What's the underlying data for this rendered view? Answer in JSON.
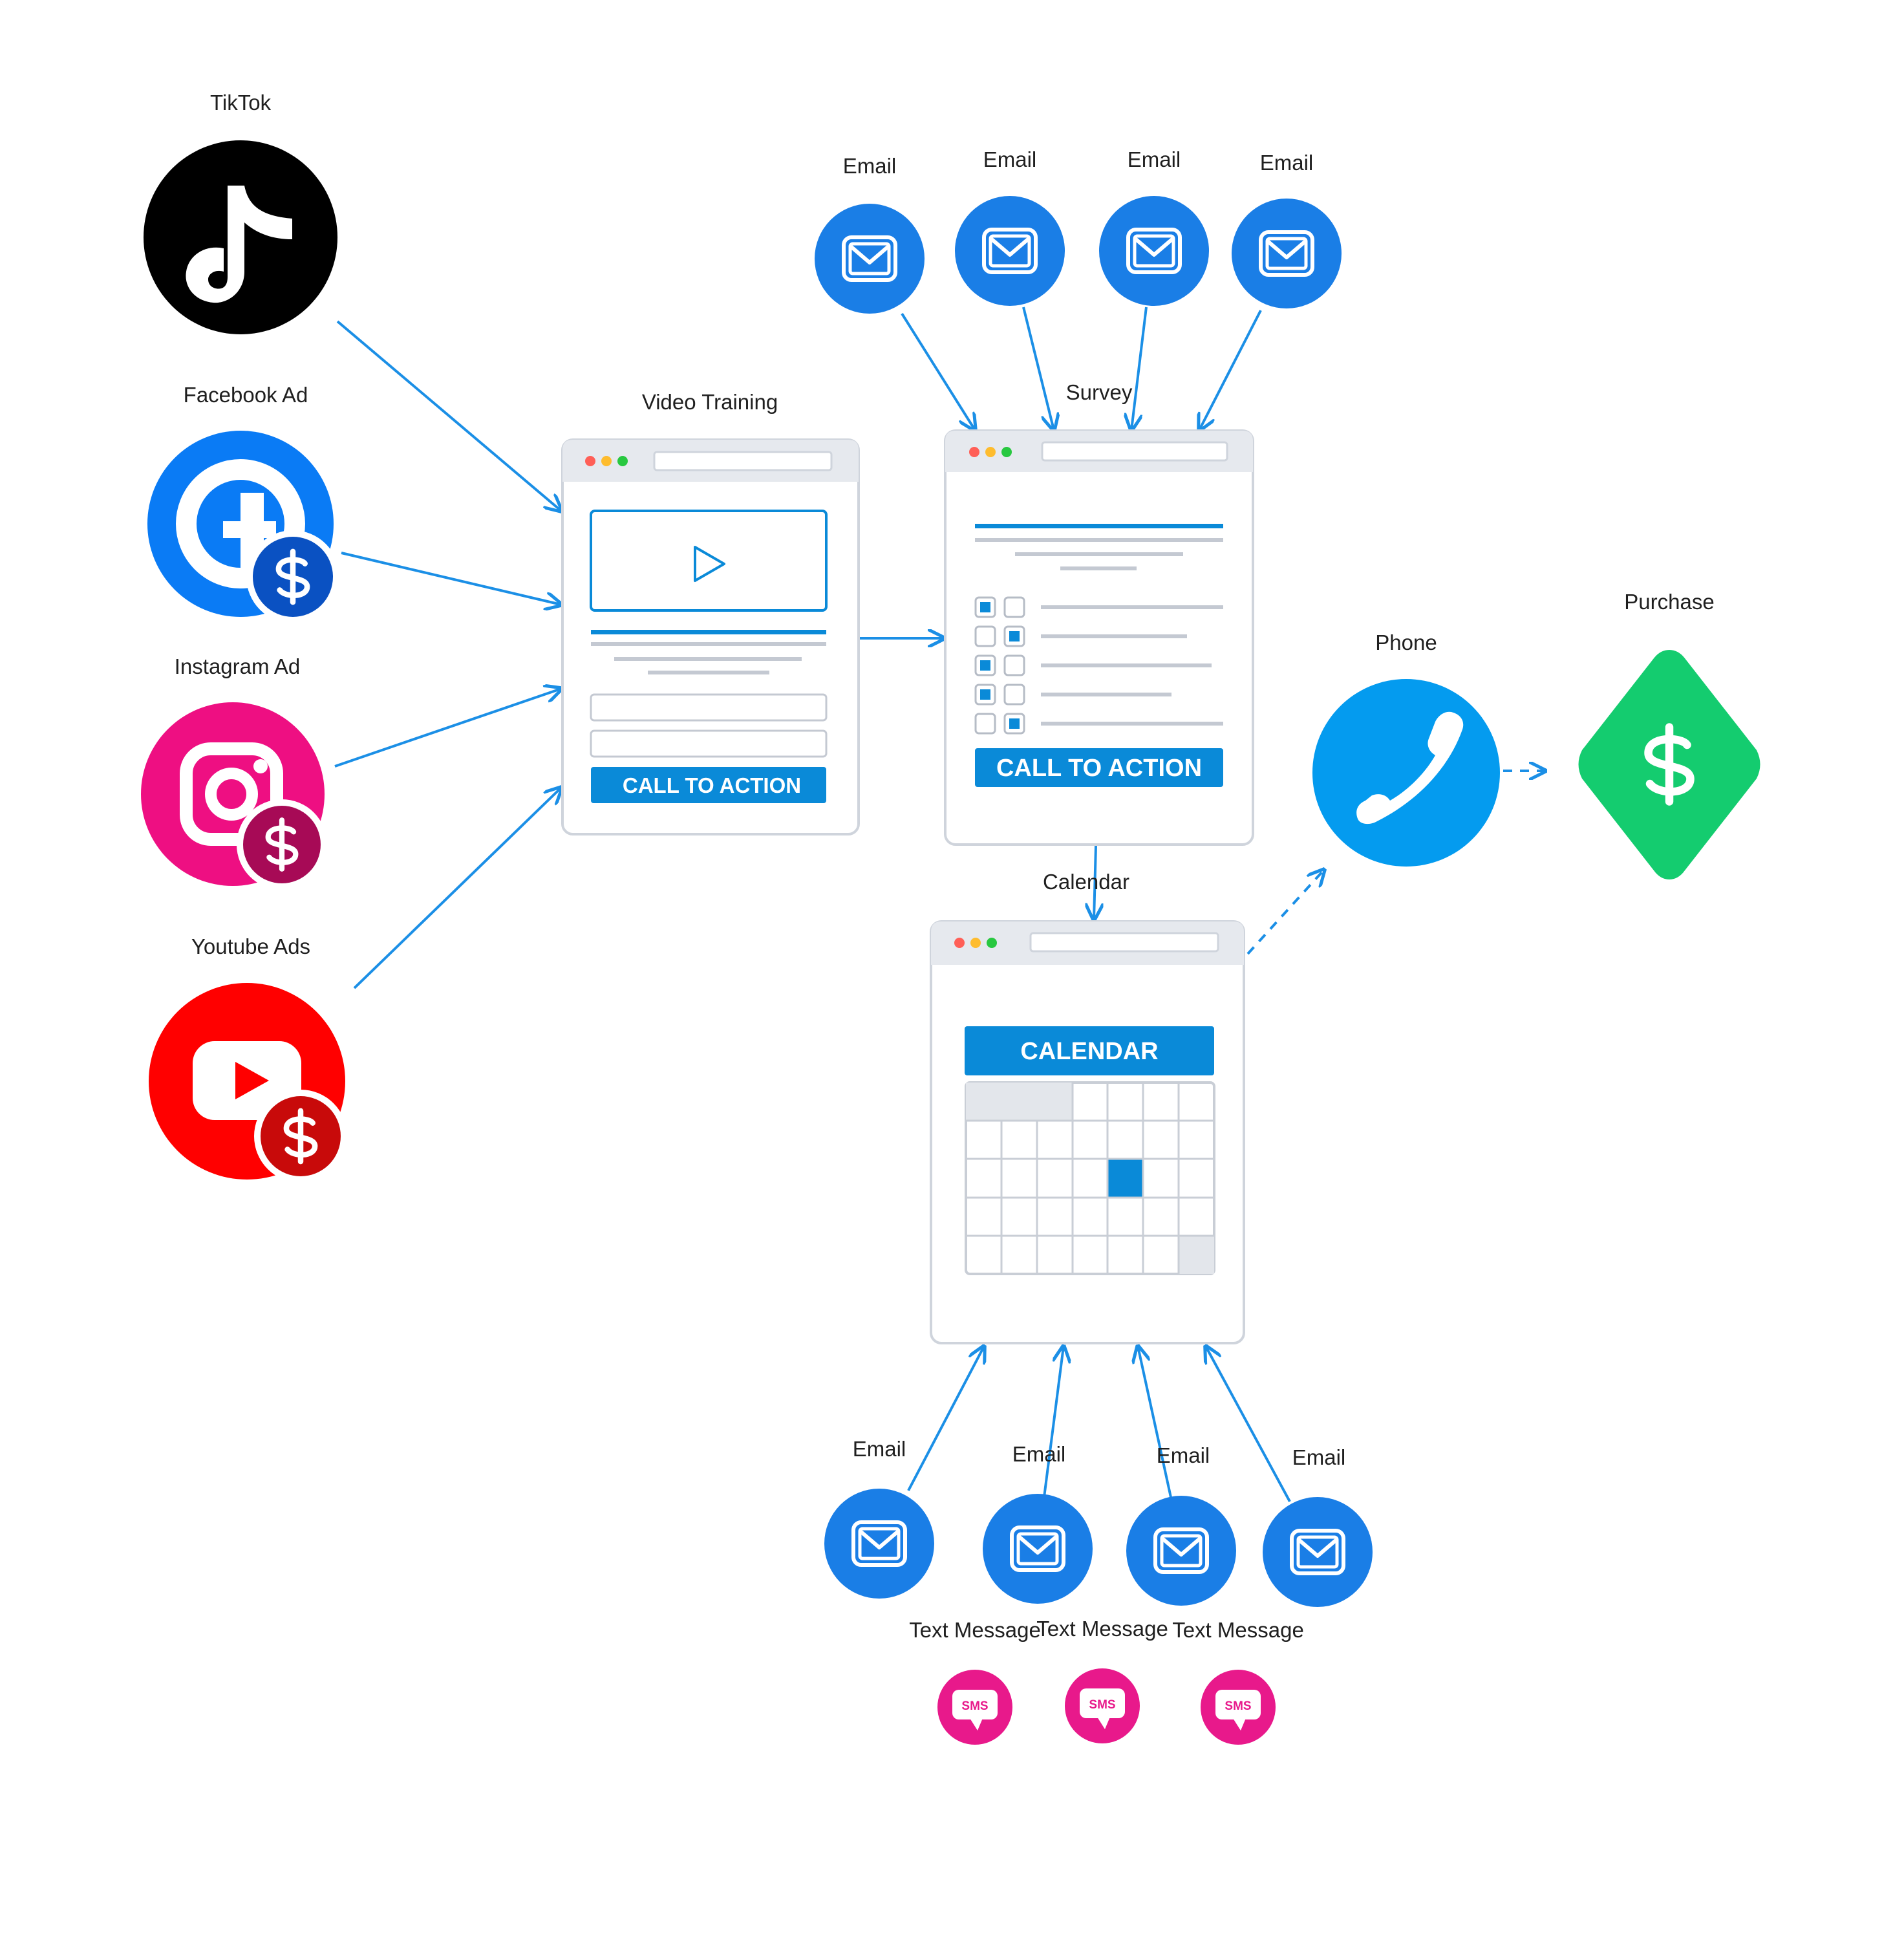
{
  "sources": {
    "tiktok": {
      "label": "TikTok"
    },
    "facebook": {
      "label": "Facebook Ad"
    },
    "instagram": {
      "label": "Instagram Ad"
    },
    "youtube": {
      "label": "Youtube Ads"
    }
  },
  "pages": {
    "video_training": {
      "label": "Video Training",
      "cta": "CALL TO ACTION"
    },
    "survey": {
      "label": "Survey",
      "cta": "CALL TO ACTION"
    },
    "calendar": {
      "label": "Calendar",
      "header": "CALENDAR"
    }
  },
  "top_emails": [
    {
      "label": "Email"
    },
    {
      "label": "Email"
    },
    {
      "label": "Email"
    },
    {
      "label": "Email"
    }
  ],
  "bottom_emails": [
    {
      "label": "Email"
    },
    {
      "label": "Email"
    },
    {
      "label": "Email"
    },
    {
      "label": "Email"
    }
  ],
  "text_messages": [
    {
      "label": "Text Message",
      "icon_text": "SMS"
    },
    {
      "label": "Text Message",
      "icon_text": "SMS"
    },
    {
      "label": "Text Message",
      "icon_text": "SMS"
    }
  ],
  "phone": {
    "label": "Phone"
  },
  "purchase": {
    "label": "Purchase"
  },
  "colors": {
    "arrow": "#1b8fe6",
    "email_blue": "#1a7ee6",
    "cta_blue": "#0a8ad8",
    "facebook": "#0a7bf5",
    "instagram": "#ee0f82",
    "youtube": "#ff0000",
    "phone": "#049bef",
    "purchase": "#14cc6f",
    "sms": "#e8198b"
  }
}
